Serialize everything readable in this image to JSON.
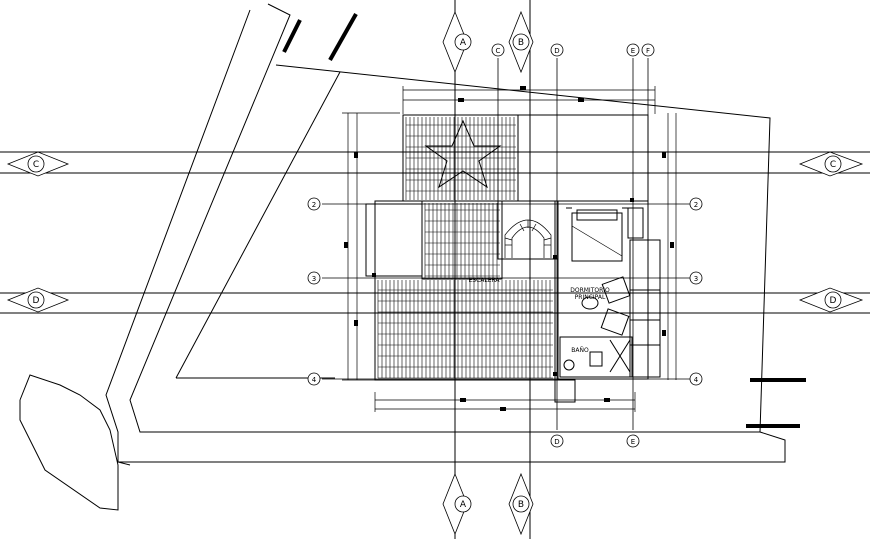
{
  "drawing": {
    "grid_axes_vertical": [
      "A",
      "B",
      "C",
      "D",
      "E",
      "F"
    ],
    "grid_axes_horizontal": [
      "2",
      "3",
      "4"
    ],
    "section_markers": [
      "A",
      "B",
      "C",
      "D"
    ],
    "room_labels": {
      "hall_small": "ESCALERA",
      "bedroom": "DORMITORIO",
      "bedroom_line2": "PRINCIPAL",
      "bath": "BAÑO"
    },
    "colors": {
      "line": "#000000",
      "background": "#ffffff"
    }
  }
}
